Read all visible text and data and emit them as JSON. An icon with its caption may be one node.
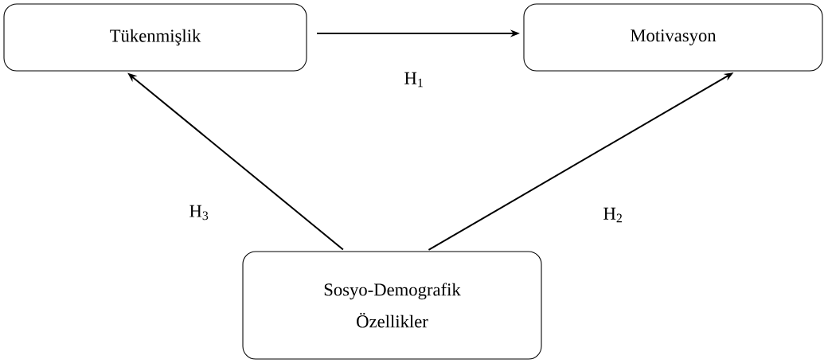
{
  "diagram": {
    "nodes": [
      {
        "text": [
          "Tükenmişlik"
        ]
      },
      {
        "text": [
          "Motivasyon"
        ]
      },
      {
        "text": [
          "Sosyo-Demografik Özellikler"
        ]
      }
    ],
    "edges": [
      {
        "from": 0,
        "to": 1,
        "arrow": "to",
        "label": "H$_{1}$"
      },
      {
        "from": 2,
        "to": 1,
        "arrow": "to",
        "label": "H$_{2}$"
      },
      {
        "from": 2,
        "to": 0,
        "arrow": "to",
        "label": "H$_{3}$"
      }
    ]
  }
}
